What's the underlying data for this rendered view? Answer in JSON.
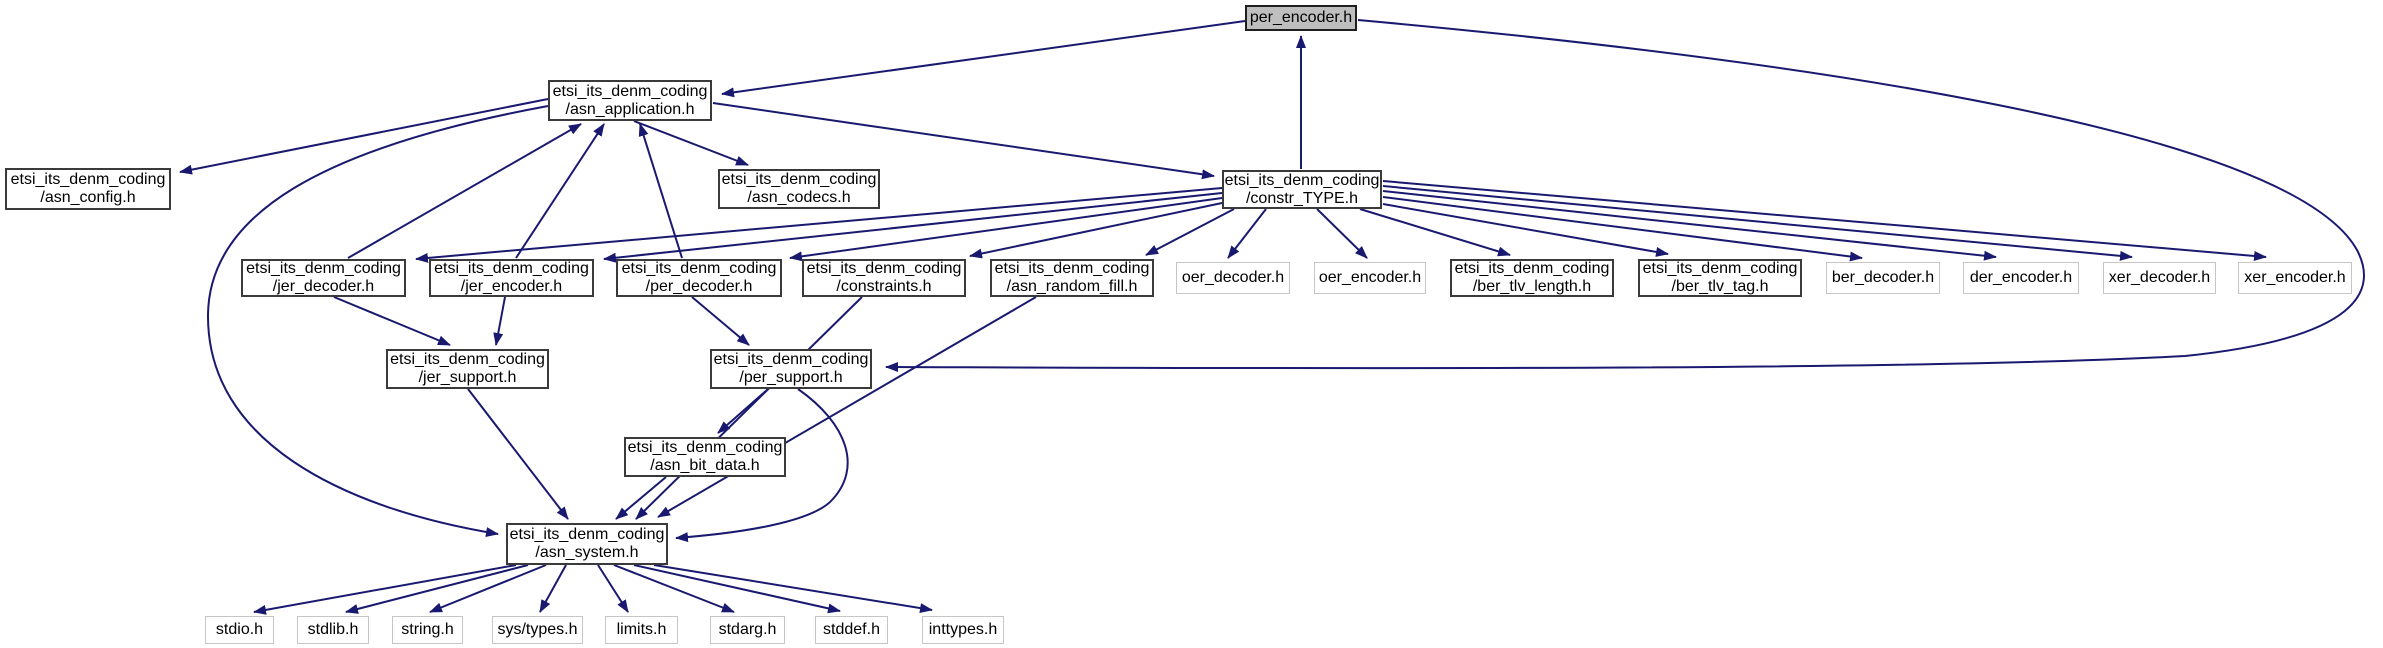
{
  "diagram": {
    "type": "doxygen-include-dependency-graph",
    "root": "per_encoder.h",
    "colors": {
      "edge": "#191970",
      "main_node_fill": "#bfbfbf",
      "project_node_border": "#3a3a3a",
      "external_node_border": "#c6c6c6",
      "background": "#ffffff"
    },
    "nodes": {
      "per_encoder": {
        "line1": "per_encoder.h"
      },
      "asn_application": {
        "line1": "etsi_its_denm_coding",
        "line2": "/asn_application.h"
      },
      "asn_config": {
        "line1": "etsi_its_denm_coding",
        "line2": "/asn_config.h"
      },
      "asn_codecs": {
        "line1": "etsi_its_denm_coding",
        "line2": "/asn_codecs.h"
      },
      "constr_TYPE": {
        "line1": "etsi_its_denm_coding",
        "line2": "/constr_TYPE.h"
      },
      "jer_decoder": {
        "line1": "etsi_its_denm_coding",
        "line2": "/jer_decoder.h"
      },
      "jer_encoder": {
        "line1": "etsi_its_denm_coding",
        "line2": "/jer_encoder.h"
      },
      "per_decoder": {
        "line1": "etsi_its_denm_coding",
        "line2": "/per_decoder.h"
      },
      "constraints": {
        "line1": "etsi_its_denm_coding",
        "line2": "/constraints.h"
      },
      "asn_random_fill": {
        "line1": "etsi_its_denm_coding",
        "line2": "/asn_random_fill.h"
      },
      "oer_decoder": {
        "line1": "oer_decoder.h"
      },
      "oer_encoder": {
        "line1": "oer_encoder.h"
      },
      "ber_tlv_length": {
        "line1": "etsi_its_denm_coding",
        "line2": "/ber_tlv_length.h"
      },
      "ber_tlv_tag": {
        "line1": "etsi_its_denm_coding",
        "line2": "/ber_tlv_tag.h"
      },
      "ber_decoder": {
        "line1": "ber_decoder.h"
      },
      "der_encoder": {
        "line1": "der_encoder.h"
      },
      "xer_decoder": {
        "line1": "xer_decoder.h"
      },
      "xer_encoder": {
        "line1": "xer_encoder.h"
      },
      "jer_support": {
        "line1": "etsi_its_denm_coding",
        "line2": "/jer_support.h"
      },
      "per_support": {
        "line1": "etsi_its_denm_coding",
        "line2": "/per_support.h"
      },
      "asn_bit_data": {
        "line1": "etsi_its_denm_coding",
        "line2": "/asn_bit_data.h"
      },
      "asn_system": {
        "line1": "etsi_its_denm_coding",
        "line2": "/asn_system.h"
      },
      "stdio": {
        "line1": "stdio.h"
      },
      "stdlib": {
        "line1": "stdlib.h"
      },
      "string": {
        "line1": "string.h"
      },
      "sys_types": {
        "line1": "sys/types.h"
      },
      "limits": {
        "line1": "limits.h"
      },
      "stdarg": {
        "line1": "stdarg.h"
      },
      "stddef": {
        "line1": "stddef.h"
      },
      "inttypes": {
        "line1": "inttypes.h"
      }
    },
    "edges": [
      {
        "from": "per_encoder",
        "to": "asn_application"
      },
      {
        "from": "per_encoder",
        "to": "per_support"
      },
      {
        "from": "constr_TYPE",
        "to": "per_encoder"
      },
      {
        "from": "asn_application",
        "to": "asn_config"
      },
      {
        "from": "asn_application",
        "to": "asn_system"
      },
      {
        "from": "asn_application",
        "to": "asn_codecs"
      },
      {
        "from": "asn_application",
        "to": "constr_TYPE"
      },
      {
        "from": "jer_decoder",
        "to": "asn_application"
      },
      {
        "from": "jer_encoder",
        "to": "asn_application"
      },
      {
        "from": "per_decoder",
        "to": "asn_application"
      },
      {
        "from": "constr_TYPE",
        "to": "jer_decoder"
      },
      {
        "from": "constr_TYPE",
        "to": "jer_encoder"
      },
      {
        "from": "constr_TYPE",
        "to": "per_decoder"
      },
      {
        "from": "constr_TYPE",
        "to": "constraints"
      },
      {
        "from": "constr_TYPE",
        "to": "asn_random_fill"
      },
      {
        "from": "constr_TYPE",
        "to": "oer_decoder"
      },
      {
        "from": "constr_TYPE",
        "to": "oer_encoder"
      },
      {
        "from": "constr_TYPE",
        "to": "ber_tlv_length"
      },
      {
        "from": "constr_TYPE",
        "to": "ber_tlv_tag"
      },
      {
        "from": "constr_TYPE",
        "to": "ber_decoder"
      },
      {
        "from": "constr_TYPE",
        "to": "der_encoder"
      },
      {
        "from": "constr_TYPE",
        "to": "xer_decoder"
      },
      {
        "from": "constr_TYPE",
        "to": "xer_encoder"
      },
      {
        "from": "jer_decoder",
        "to": "jer_support"
      },
      {
        "from": "jer_encoder",
        "to": "jer_support"
      },
      {
        "from": "per_decoder",
        "to": "per_support"
      },
      {
        "from": "jer_support",
        "to": "asn_system"
      },
      {
        "from": "per_support",
        "to": "asn_bit_data"
      },
      {
        "from": "per_support",
        "to": "asn_system"
      },
      {
        "from": "asn_bit_data",
        "to": "asn_system"
      },
      {
        "from": "constraints",
        "to": "asn_system"
      },
      {
        "from": "asn_random_fill",
        "to": "asn_system"
      },
      {
        "from": "asn_system",
        "to": "stdio"
      },
      {
        "from": "asn_system",
        "to": "stdlib"
      },
      {
        "from": "asn_system",
        "to": "string"
      },
      {
        "from": "asn_system",
        "to": "sys_types"
      },
      {
        "from": "asn_system",
        "to": "limits"
      },
      {
        "from": "asn_system",
        "to": "stdarg"
      },
      {
        "from": "asn_system",
        "to": "stddef"
      },
      {
        "from": "asn_system",
        "to": "inttypes"
      }
    ]
  }
}
